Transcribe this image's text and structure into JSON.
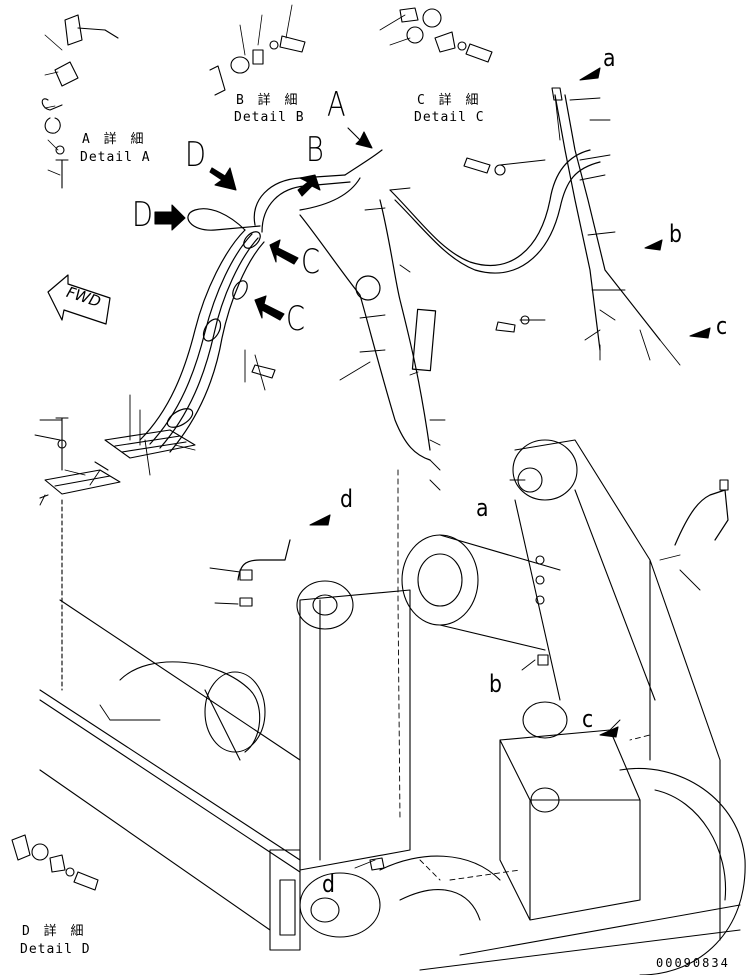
{
  "view_labels": {
    "A": "A",
    "B": "B",
    "C": "C",
    "D": "D"
  },
  "details": {
    "a": {
      "jp": "A 詳 細",
      "en": "Detail A"
    },
    "b": {
      "jp": "B 詳 細",
      "en": "Detail B"
    },
    "c": {
      "jp": "C 詳 細",
      "en": "Detail C"
    },
    "d": {
      "jp": "D 詳 細",
      "en": "Detail D"
    }
  },
  "connection_letters": {
    "a": "a",
    "b": "b",
    "c": "c",
    "d": "d"
  },
  "direction_label": "FWD",
  "drawing_code": "00090834"
}
